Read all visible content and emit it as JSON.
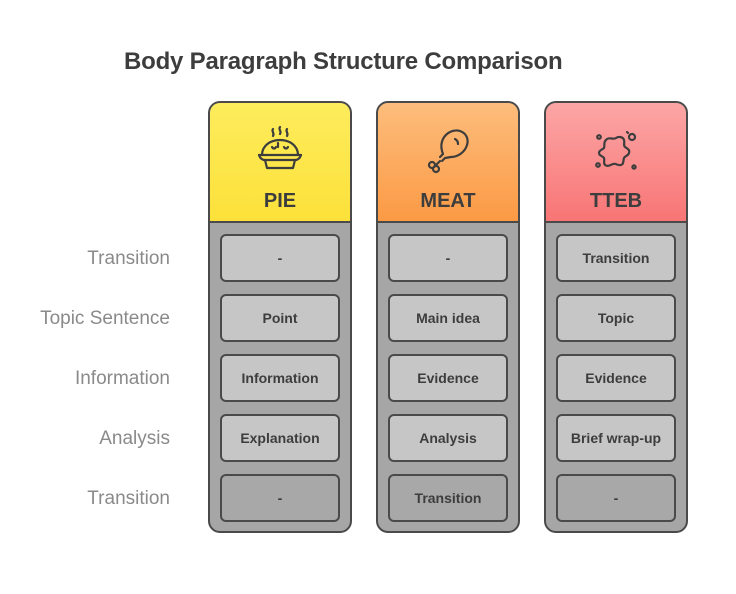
{
  "title": "Body Paragraph Structure Comparison",
  "row_labels": [
    "Transition",
    "Topic Sentence",
    "Information",
    "Analysis",
    "Transition"
  ],
  "columns": [
    {
      "name": "PIE",
      "icon": "pie-icon",
      "header_color": "#fde047",
      "header_color_top": "#fde047",
      "header_color_bottom": "#fde047",
      "cells": [
        "-",
        "Point",
        "Information",
        "Explanation",
        "-"
      ]
    },
    {
      "name": "MEAT",
      "icon": "chicken-leg-icon",
      "header_color_top": "#fdbb7a",
      "header_color_bottom": "#fb923c",
      "cells": [
        "-",
        "Main idea",
        "Evidence",
        "Analysis",
        "Transition"
      ]
    },
    {
      "name": "TTEB",
      "icon": "splatter-icon",
      "header_color_top": "#fca5a5",
      "header_color_bottom": "#f87171",
      "cells": [
        "Transition",
        "Topic",
        "Evidence",
        "Brief wrap-up",
        "-"
      ]
    }
  ],
  "colors": {
    "border": "#4a4a4a",
    "text": "#3d3d3d",
    "label": "#8a8a8a",
    "cell_light": "#c6c6c6",
    "cell_dark": "#a8a8a8",
    "column_body": "#a6a6a6"
  }
}
